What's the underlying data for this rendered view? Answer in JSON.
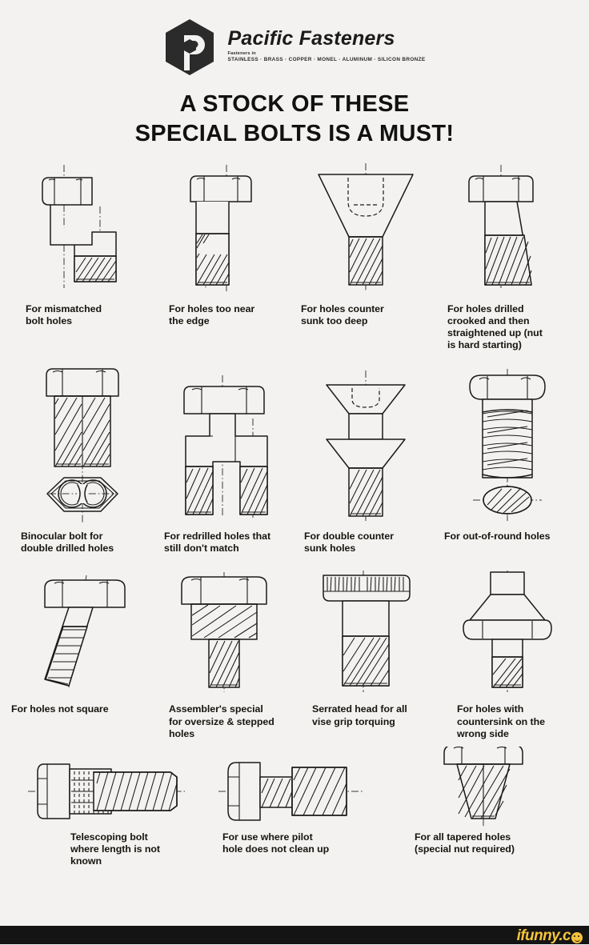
{
  "brand": {
    "logo_icon": "pacific-fasteners-hexagon-p-logo",
    "name": "Pacific Fasteners",
    "tagline_lead": "Fasteners in",
    "materials": "STAINLESS · BRASS · COPPER · MONEL · ALUMINUM · SILICON BRONZE"
  },
  "title": {
    "line1": "A STOCK OF THESE",
    "line2": "SPECIAL BOLTS IS A MUST!"
  },
  "rows": [
    {
      "id": "row-1",
      "items": [
        {
          "id": "mismatched-bolt-holes",
          "icon": "offset-step-bolt-drawing",
          "caption": "For mismatched\nbolt holes"
        },
        {
          "id": "holes-too-near-edge",
          "icon": "offset-head-bolt-drawing",
          "caption": "For holes too near\nthe edge"
        },
        {
          "id": "counter-sunk-too-deep",
          "icon": "deep-countersunk-bolt-drawing",
          "caption": "For holes counter\nsunk  too deep"
        },
        {
          "id": "crooked-drilled-holes",
          "icon": "tapered-shank-bolt-drawing",
          "caption": "For holes drilled\ncrooked and then\nstraightened up (nut\nis hard starting)"
        }
      ]
    },
    {
      "id": "row-2",
      "items": [
        {
          "id": "binocular-bolt",
          "icon": "binocular-double-shank-bolt-drawing",
          "caption": "Binocular bolt for\ndouble drilled holes"
        },
        {
          "id": "redrilled-holes",
          "icon": "forked-double-leg-bolt-drawing",
          "caption": "For redrilled holes that\nstill don't match"
        },
        {
          "id": "double-counter-sunk",
          "icon": "double-countersunk-bolt-drawing",
          "caption": "For double counter\nsunk holes"
        },
        {
          "id": "out-of-round-holes",
          "icon": "oval-shank-bolt-drawing",
          "caption": "For out-of-round holes"
        }
      ]
    },
    {
      "id": "row-3",
      "items": [
        {
          "id": "holes-not-square",
          "icon": "bent-angled-shank-bolt-drawing",
          "caption": "For holes not square"
        },
        {
          "id": "assemblers-special",
          "icon": "stepped-shoulder-bolt-drawing",
          "caption": "Assembler's special\nfor oversize & stepped\nholes"
        },
        {
          "id": "serrated-head",
          "icon": "serrated-head-bolt-drawing",
          "caption": "Serrated head for all\nvise grip torquing"
        },
        {
          "id": "countersink-wrong-side",
          "icon": "inverted-countersink-bolt-drawing",
          "caption": "For holes with\ncountersink on the\nwrong side"
        }
      ]
    },
    {
      "id": "row-4",
      "items": [
        {
          "id": "telescoping-bolt",
          "icon": "telescoping-bolt-side-drawing",
          "caption": "Telescoping bolt\nwhere length is not\nknown"
        },
        {
          "id": "pilot-hole-not-clean",
          "icon": "stepped-pilot-bolt-side-drawing",
          "caption": "For use where pilot\nhole does not clean up"
        },
        {
          "id": "tapered-holes",
          "icon": "cone-taper-bolt-drawing",
          "caption": "For all tapered holes\n(special nut required)"
        }
      ]
    }
  ],
  "watermark": {
    "text": "ifunny.c",
    "smiley_icon": "smiley-face-icon",
    "color": "#f5c33b",
    "bar_color": "#141414"
  }
}
